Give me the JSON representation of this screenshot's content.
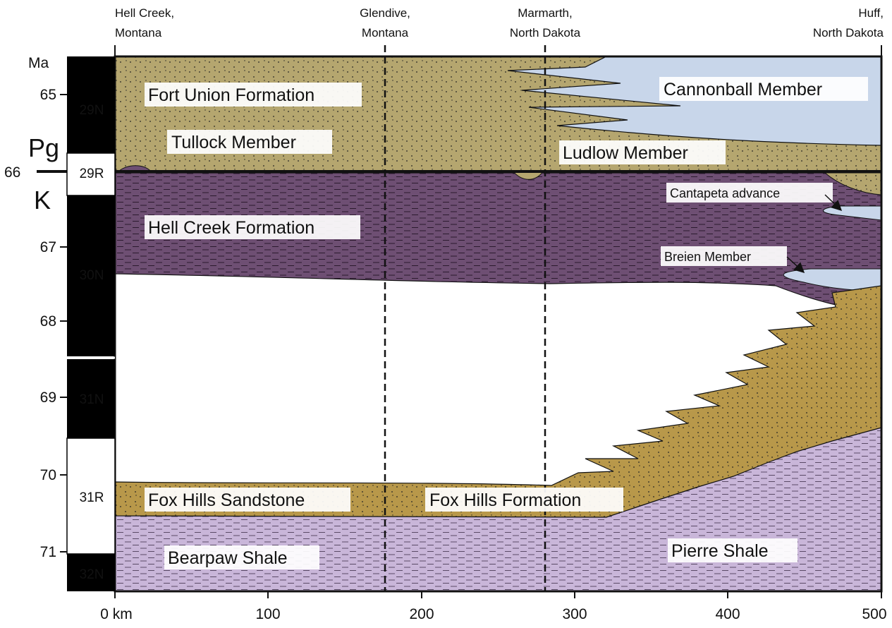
{
  "locations": [
    {
      "line1": "Hell Creek,",
      "line2": "Montana"
    },
    {
      "line1": "Glendive,",
      "line2": "Montana"
    },
    {
      "line1": "Marmarth,",
      "line2": "North Dakota"
    },
    {
      "line1": "Huff,",
      "line2": "North Dakota"
    }
  ],
  "age_axis": {
    "unit_label": "Ma",
    "ticks": [
      "65",
      "66",
      "67",
      "68",
      "69",
      "70",
      "71"
    ],
    "boundary_upper": "Pg",
    "boundary_lower": "K"
  },
  "distance_axis": {
    "ticks": [
      "0 km",
      "100",
      "200",
      "300",
      "400",
      "500"
    ]
  },
  "chrons": [
    "29N",
    "29R",
    "30N",
    "31N",
    "31R",
    "32N"
  ],
  "units": {
    "fort_union": "Fort Union Formation",
    "tullock": "Tullock Member",
    "ludlow": "Ludlow Member",
    "cannonball": "Cannonball Member",
    "hell_creek": "Hell Creek Formation",
    "cantapeta": "Cantapeta advance",
    "breien": "Breien Member",
    "fox_hills_sandstone": "Fox Hills Sandstone",
    "fox_hills_formation": "Fox Hills Formation",
    "bearpaw": "Bearpaw Shale",
    "pierre": "Pierre Shale"
  },
  "colors": {
    "fort_union": "#b5a66f",
    "fox_hills": "#b8984a",
    "hell_creek": "#6e4f73",
    "marine_shale": "#c9b6d9",
    "cannonball": "#c8d6ea",
    "background": "#ffffff"
  }
}
